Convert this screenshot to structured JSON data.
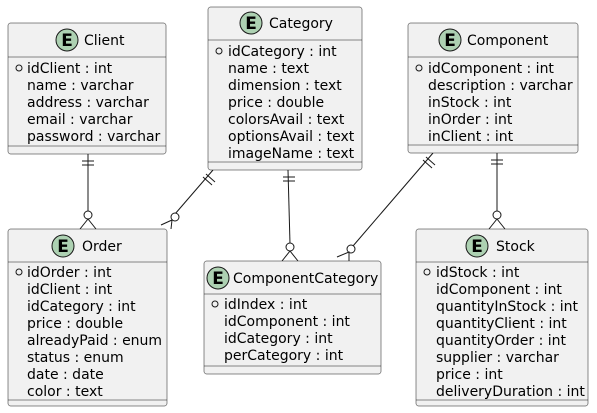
{
  "entity_badge": "E",
  "entities": {
    "client": {
      "name": "Client",
      "pk": "idClient : int",
      "attributes": [
        "name : varchar",
        "address : varchar",
        "email : varchar",
        "password : varchar"
      ]
    },
    "category": {
      "name": "Category",
      "pk": "idCategory : int",
      "attributes": [
        "name : text",
        "dimension : text",
        "price : double",
        "colorsAvail : text",
        "optionsAvail : text",
        "imageName : text"
      ]
    },
    "component": {
      "name": "Component",
      "pk": "idComponent : int",
      "attributes": [
        "description : varchar",
        "inStock : int",
        "inOrder : int",
        "inClient : int"
      ]
    },
    "order": {
      "name": "Order",
      "pk": "idOrder : int",
      "attributes": [
        "idClient : int",
        "idCategory : int",
        "price : double",
        "alreadyPaid : enum",
        "status : enum",
        "date : date",
        "color : text"
      ]
    },
    "componentcategory": {
      "name": "ComponentCategory",
      "pk": "idIndex : int",
      "attributes": [
        "idComponent : int",
        "idCategory : int",
        "perCategory : int"
      ]
    },
    "stock": {
      "name": "Stock",
      "pk": "idStock : int",
      "attributes": [
        "idComponent : int",
        "quantityInStock : int",
        "quantityClient : int",
        "quantityOrder : int",
        "supplier : varchar",
        "price : int",
        "deliveryDuration : int"
      ]
    }
  },
  "colors": {
    "entity_fill": "#f1f1f1",
    "badge_fill": "#add1b2",
    "line": "#181818"
  }
}
